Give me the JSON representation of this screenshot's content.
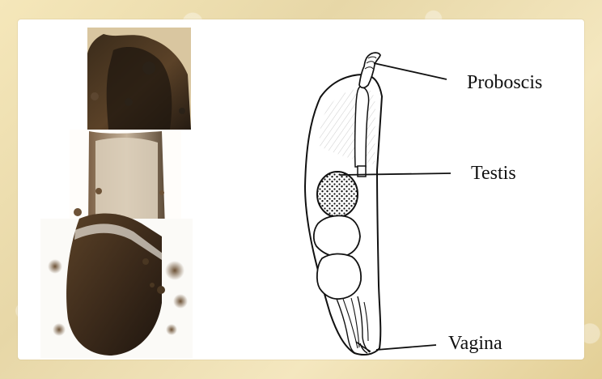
{
  "labels": {
    "proboscis": "Proboscis",
    "testis": "Testis",
    "vagina": "Vagina"
  },
  "colors": {
    "background": "#e8d9a8",
    "panel": "#ffffff",
    "ink": "#111111",
    "photo_dark": "#3b2a17",
    "photo_mid": "#8f7654",
    "photo_light": "#e7d3b7"
  },
  "icons": {
    "photo": "microscope-specimen-image",
    "drawing": "specimen-line-drawing"
  }
}
